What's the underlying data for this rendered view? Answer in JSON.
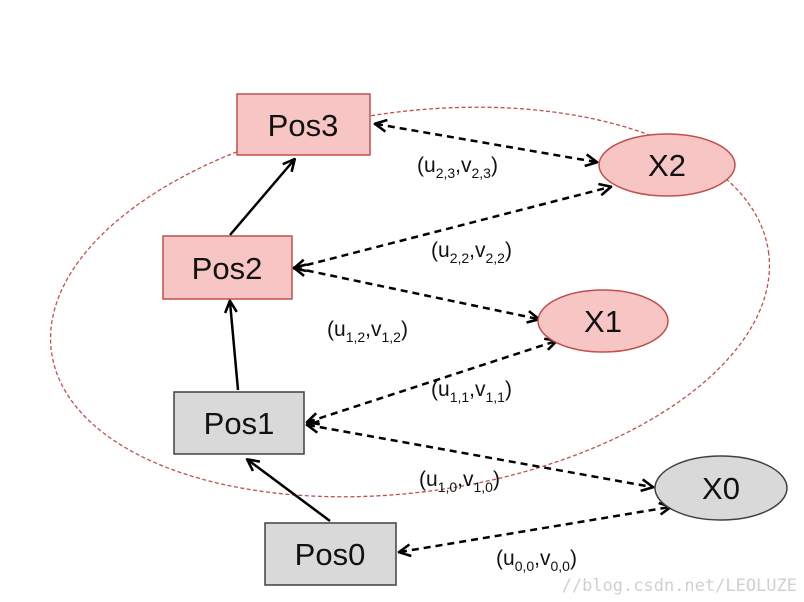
{
  "nodes": {
    "pos0": "Pos0",
    "pos1": "Pos1",
    "pos2": "Pos2",
    "pos3": "Pos3",
    "x0": "X0",
    "x1": "X1",
    "x2": "X2"
  },
  "edge_labels": {
    "u23": {
      "u": "u",
      "u_sub": "2,3",
      "sep": ",",
      "v": "v",
      "v_sub": "2,3"
    },
    "u22": {
      "u": "u",
      "u_sub": "2,2",
      "sep": ",",
      "v": "v",
      "v_sub": "2,2"
    },
    "u12": {
      "u": "u",
      "u_sub": "1,2",
      "sep": ",",
      "v": "v",
      "v_sub": "1,2"
    },
    "u11": {
      "u": "u",
      "u_sub": "1,1",
      "sep": ",",
      "v": "v",
      "v_sub": "1,1"
    },
    "u10": {
      "u": "u",
      "u_sub": "1,0",
      "sep": ",",
      "v": "v",
      "v_sub": "1,0"
    },
    "u00": {
      "u": "u",
      "u_sub": "0,0",
      "sep": ",",
      "v": "v",
      "v_sub": "0,0"
    }
  },
  "watermark": "//blog.csdn.net/LEOLUZE",
  "colors": {
    "active_fill": "#f7c5c3",
    "active_stroke": "#c0504d",
    "inactive_fill": "#d9d9d9",
    "inactive_stroke": "#404040",
    "window_outline": "#c0504d"
  }
}
